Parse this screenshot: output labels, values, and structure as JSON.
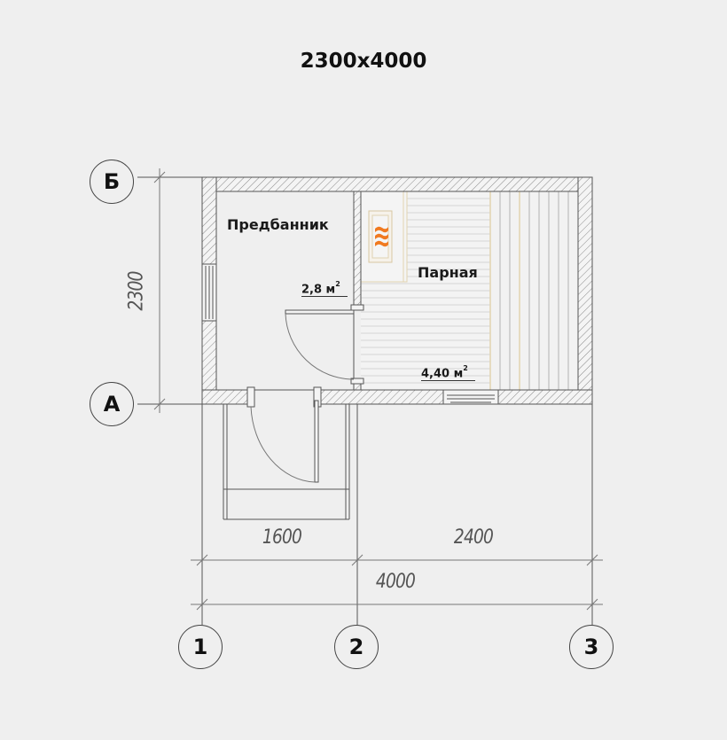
{
  "title": "2300x4000",
  "rooms": [
    {
      "name": "Предбанник",
      "area": "2,8 м",
      "area_unit_sup": "2"
    },
    {
      "name": "Парная",
      "area": "4,40 м",
      "area_unit_sup": "2"
    }
  ],
  "dimensions": {
    "height": "2300",
    "segment_1_2": "1600",
    "segment_2_3": "2400",
    "total_width": "4000"
  },
  "axes": {
    "rows": [
      "Б",
      "А"
    ],
    "columns": [
      "1",
      "2",
      "3"
    ]
  },
  "fixtures": {
    "heater_icon": "stove-flame-icon"
  },
  "colors": {
    "background": "#efefef",
    "wall_stroke": "#555555",
    "hatch": "#8a8a8a",
    "flame": "#f07a20",
    "wood_accent": "#e8d9b8"
  }
}
